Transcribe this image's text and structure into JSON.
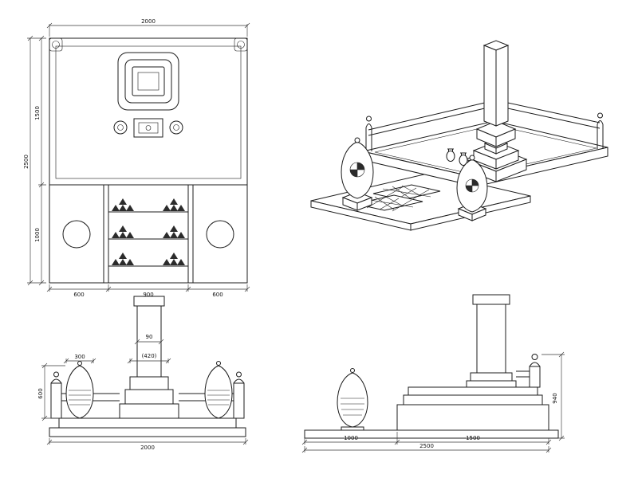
{
  "colors": {
    "ink": "#1c1c1c",
    "paper": "#ffffff"
  },
  "plan": {
    "dim_width": "2000",
    "dim_depth_upper": "1500",
    "dim_depth_lower": "1000",
    "dim_depth_total": "2500",
    "dim_front_left": "600",
    "dim_front_center": "900",
    "dim_front_right": "600"
  },
  "front": {
    "dim_overall_width": "2000",
    "dim_lantern_width": "300",
    "dim_pillar_width": "90",
    "dim_pedestal_width": "(420)",
    "dim_lantern_height": "600"
  },
  "side": {
    "dim_approach": "1000",
    "dim_platform": "1500",
    "dim_total": "2500",
    "dim_height": "940"
  }
}
